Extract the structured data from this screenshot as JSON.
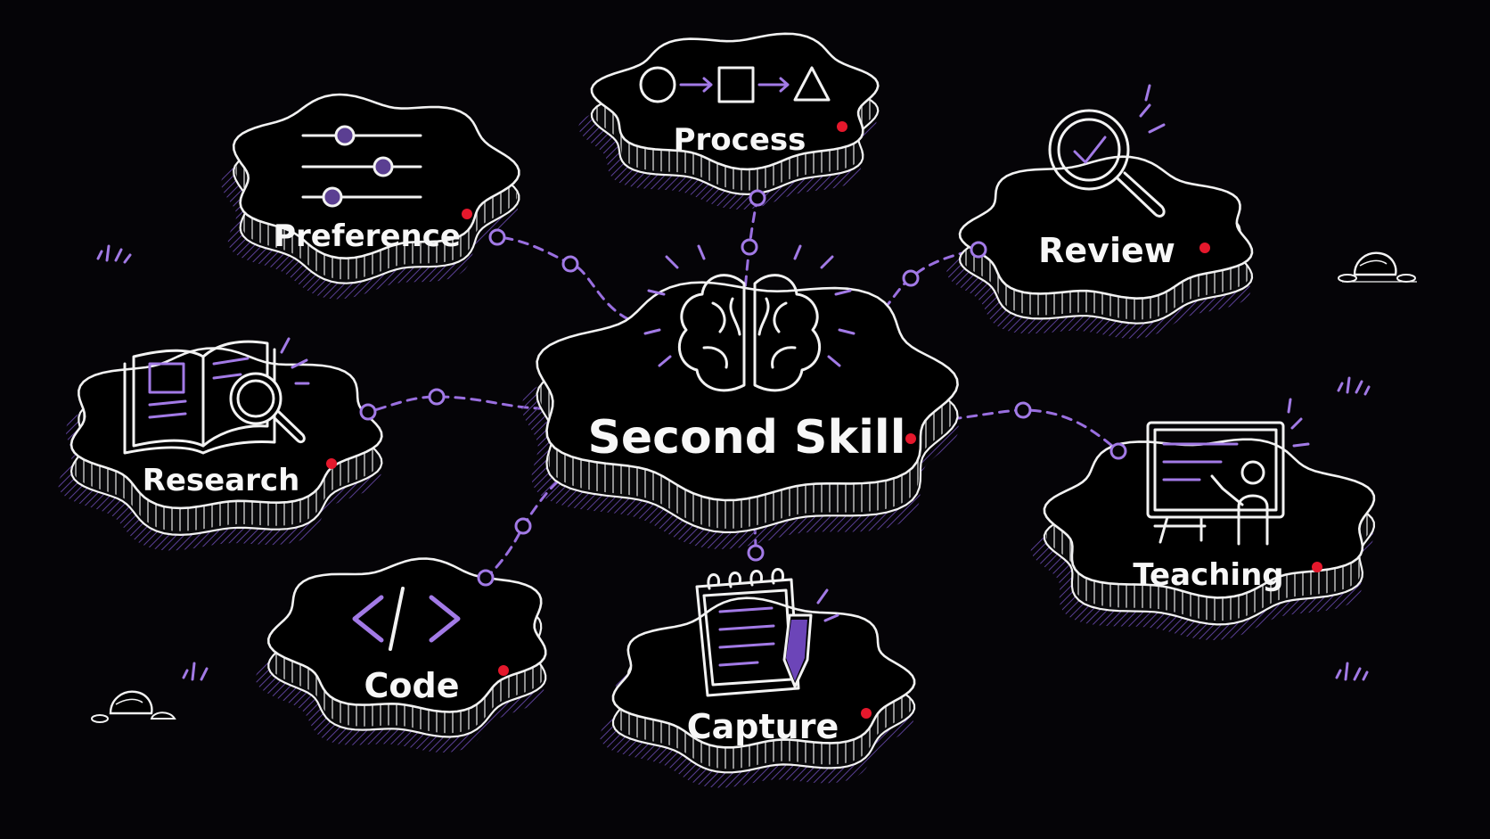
{
  "diagram": {
    "center": {
      "label": "Second Skill"
    },
    "nodes": [
      {
        "id": "process",
        "label": "Process"
      },
      {
        "id": "preference",
        "label": "Preference"
      },
      {
        "id": "review",
        "label": "Review"
      },
      {
        "id": "research",
        "label": "Research"
      },
      {
        "id": "teaching",
        "label": "Teaching"
      },
      {
        "id": "code",
        "label": "Code"
      },
      {
        "id": "capture",
        "label": "Capture"
      }
    ]
  },
  "colors": {
    "background": "#050407",
    "outline": "#f2f2f2",
    "accent": "#a27ae6",
    "marker": "#e5182c"
  },
  "icons": {
    "center": "brain-icon",
    "process": "shape-flow-icon",
    "preference": "sliders-icon",
    "review": "magnifier-check-icon",
    "research": "book-magnifier-icon",
    "teaching": "whiteboard-teacher-icon",
    "code": "code-brackets-icon",
    "capture": "notepad-pen-icon"
  }
}
